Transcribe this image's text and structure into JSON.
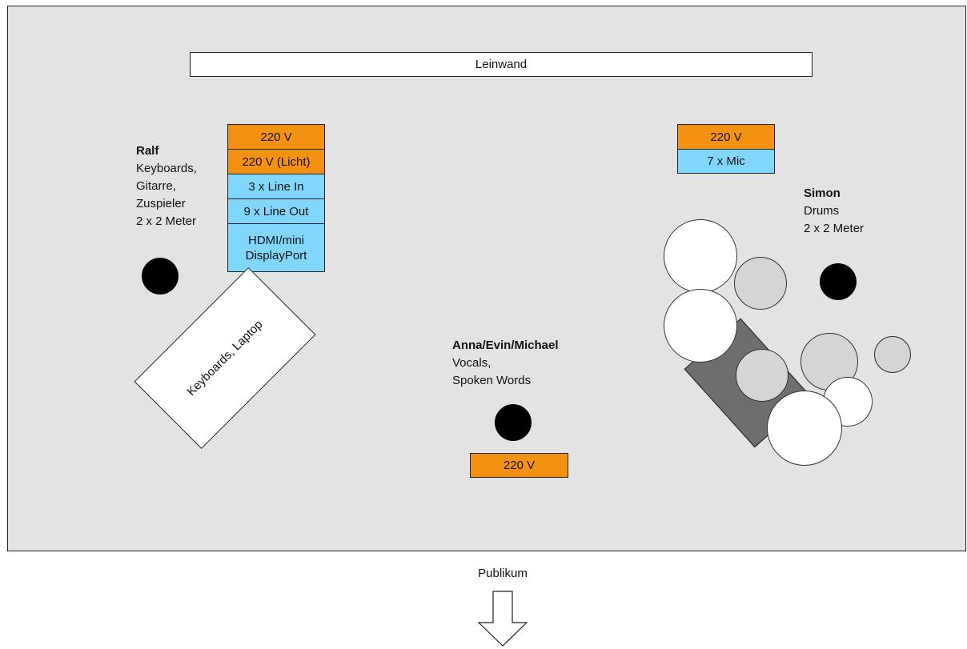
{
  "screen": {
    "label": "Leinwand"
  },
  "ralf": {
    "name": "Ralf",
    "lines": [
      "Keyboards,",
      "Gitarre,",
      "Zuspieler",
      "2 x 2 Meter"
    ],
    "connections": [
      "220 V",
      "220 V (Licht)",
      "3 x Line In",
      "9 x Line Out",
      "HDMI/mini DisplayPort"
    ],
    "rack_label": "Keyboards, Laptop"
  },
  "simon": {
    "name": "Simon",
    "lines": [
      "Drums",
      "2 x 2 Meter"
    ],
    "connections": [
      "220 V",
      "7 x Mic"
    ]
  },
  "vocals": {
    "name": "Anna/Evin/Michael",
    "lines": [
      "Vocals,",
      "Spoken Words"
    ],
    "connections": [
      "220 V"
    ]
  },
  "audience": {
    "label": "Publikum"
  },
  "colors": {
    "power": "#f39212",
    "signal": "#80d6fb",
    "stage": "#e3e3e3",
    "riser": "#6e6e6e"
  }
}
